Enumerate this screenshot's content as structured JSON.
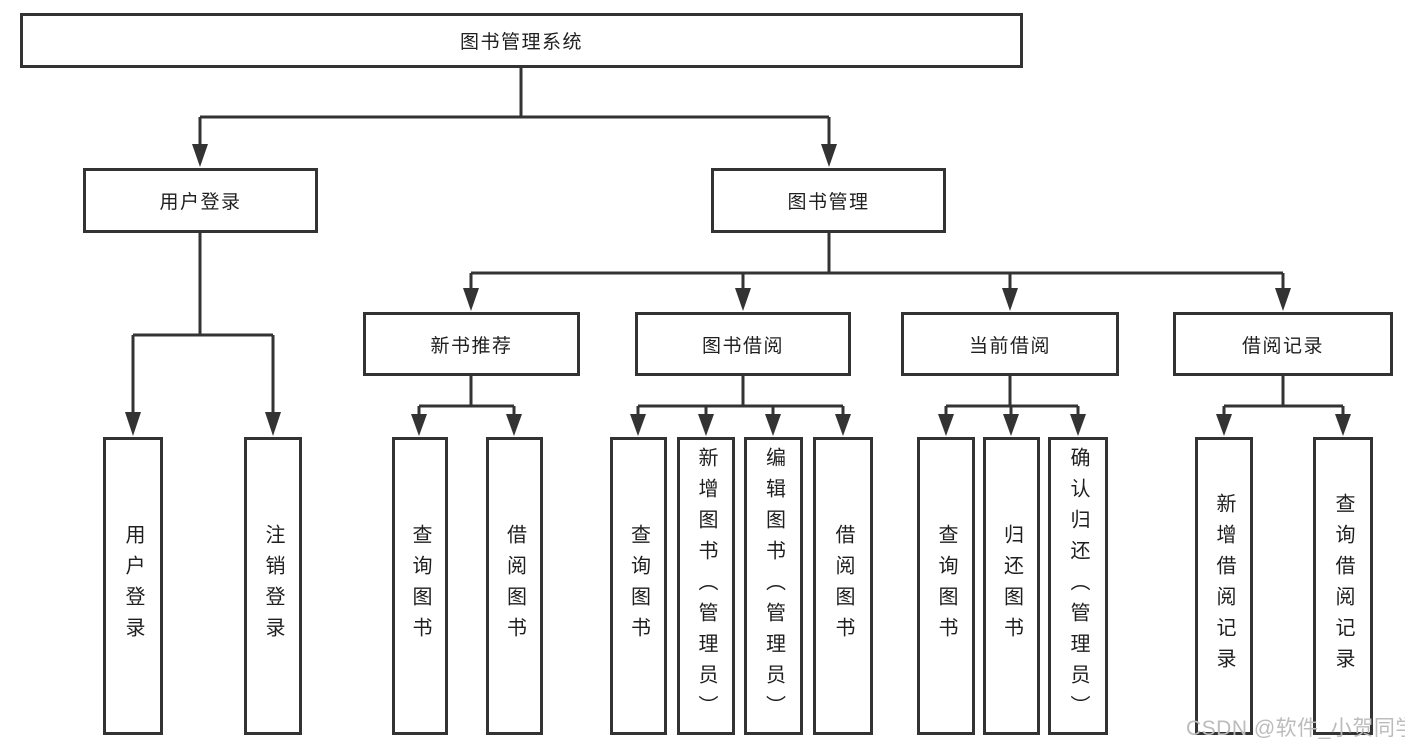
{
  "diagram": {
    "root": {
      "label": "图书管理系统"
    },
    "branches": [
      {
        "label": "用户登录",
        "children": [
          {
            "label": "用户登录"
          },
          {
            "label": "注销登录"
          }
        ]
      },
      {
        "label": "图书管理",
        "children": [
          {
            "label": "新书推荐",
            "children": [
              {
                "label": "查询图书"
              },
              {
                "label": "借阅图书"
              }
            ]
          },
          {
            "label": "图书借阅",
            "children": [
              {
                "label": "查询图书"
              },
              {
                "label": "新增图书（管理员）"
              },
              {
                "label": "编辑图书（管理员）"
              },
              {
                "label": "借阅图书"
              }
            ]
          },
          {
            "label": "当前借阅",
            "children": [
              {
                "label": "查询图书"
              },
              {
                "label": "归还图书"
              },
              {
                "label": "确认归还（管理员）"
              }
            ]
          },
          {
            "label": "借阅记录",
            "children": [
              {
                "label": "新增借阅记录"
              },
              {
                "label": "查询借阅记录"
              }
            ]
          }
        ]
      }
    ],
    "watermark": "CSDN @软件_小贺同学",
    "colors": {
      "line": "#333333",
      "text": "#1f1f1f",
      "watermark": "#bcbcbc",
      "background": "#ffffff"
    }
  }
}
